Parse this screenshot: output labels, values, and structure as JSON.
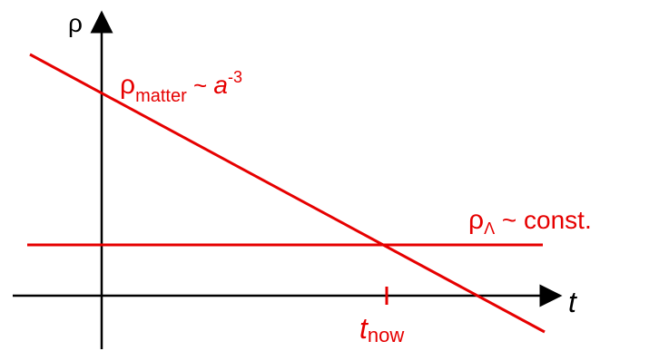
{
  "colors": {
    "axis": "#000000",
    "curve": "#e60000",
    "label": "#e60000"
  },
  "axes": {
    "y_label": "ρ",
    "x_label": "t"
  },
  "curves": {
    "matter": {
      "symbol": "ρ",
      "subscript": "matter",
      "relation": " ~ ",
      "scale_var": "a",
      "exponent": "-3"
    },
    "lambda": {
      "symbol": "ρ",
      "subscript": "Λ",
      "relation": " ~ const."
    }
  },
  "marker": {
    "var": "t",
    "subscript": "now"
  }
}
